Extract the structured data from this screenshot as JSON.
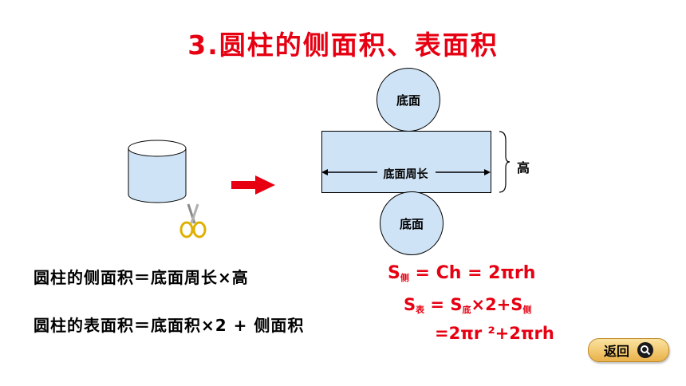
{
  "title": "3.圆柱的侧面积、表面积",
  "net": {
    "top_circle_label": "底面",
    "bottom_circle_label": "底面",
    "rect_label": "底面周长",
    "height_label": "高"
  },
  "formulas": {
    "lateral_area": "圆柱的侧面积＝底面周长×高",
    "surface_area": "圆柱的表面积＝底面积×2 + 侧面积"
  },
  "red_formulas": {
    "lateral": {
      "s": "S",
      "sub": "侧",
      "rest": " = Ch = 2πrh"
    },
    "surface_line1": {
      "s1": "S",
      "sub1": "表",
      "mid": " = S",
      "sub2": "底",
      "mid2": "×2+S",
      "sub3": "侧"
    },
    "surface_line2": "=2πr ²+2πrh"
  },
  "back_button": {
    "label": "返回",
    "icon": "search-icon"
  },
  "colors": {
    "title": "#e60012",
    "net_fill": "#cfe3f6",
    "arrow": "#e60012",
    "button": "#f3c76a"
  }
}
